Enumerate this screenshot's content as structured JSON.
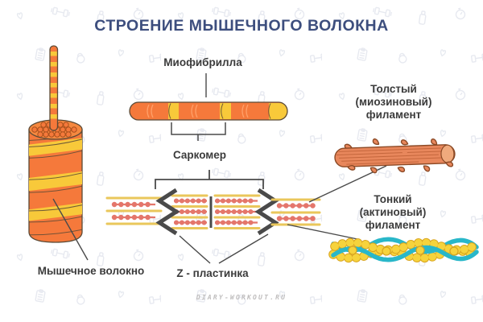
{
  "title": "СТРОЕНИЕ МЫШЕЧНОГО ВОЛОКНА",
  "watermark": "DIARY-WORKOUT.RU",
  "labels": {
    "myofibril": "Миофибрилла",
    "sarcomere": "Саркомер",
    "muscle_fiber": "Мышечное волокно",
    "z_plate": "Z - пластинка",
    "thick_filament_lines": [
      "Толстый",
      "(миозиновый)",
      "филамент"
    ],
    "thin_filament_lines": [
      "Тонкий",
      "(актиновый)",
      "филамент"
    ]
  },
  "colors": {
    "background": "#ffffff",
    "title_text": "#3d4e7e",
    "label_text": "#3b3b3b",
    "watermark_gray": "#bfbdbd",
    "orange": "#f5793b",
    "yellow": "#f8c93a",
    "coral": "#e4766b",
    "thin_yellow": "#eac75b",
    "dark_line": "#4a4a4a",
    "outline_brown": "#5b4a36",
    "outline_brown2": "#8c4a26",
    "myosin_orange": "#e8875c",
    "myosin_streak": "#c4663c",
    "actin_yellow": "#f6d33c",
    "actin_outline": "#d8a41f",
    "tropomyosin_cyan": "#29b7c9",
    "doodle_gray": "#e3e6ee"
  },
  "background_icons": [
    "heart-icon",
    "dumbbell-icon",
    "bottle-icon",
    "stopwatch-icon",
    "clipboard-icon",
    "kettlebell-icon"
  ]
}
